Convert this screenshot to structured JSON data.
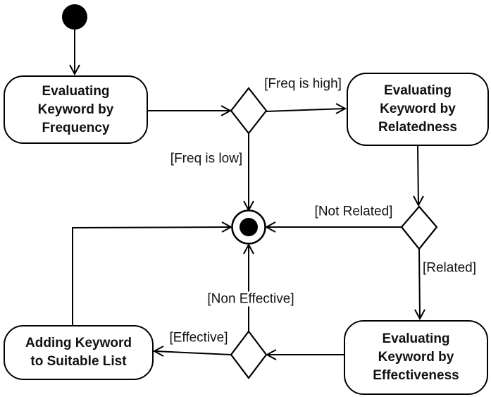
{
  "diagram": {
    "type": "uml-activity-diagram",
    "colors": {
      "stroke": "#000000",
      "background": "#ffffff",
      "node_fill": "#ffffff",
      "text": "#111111"
    },
    "activities": {
      "frequency": "Evaluating\nKeyword by\nFrequency",
      "relatedness": "Evaluating\nKeyword by\nRelatedness",
      "effectiveness": "Evaluating\nKeyword by\nEffectiveness",
      "adding": "Adding Keyword\nto Suitable List"
    },
    "guards": {
      "freq_high": "[Freq is high]",
      "freq_low": "[Freq is low]",
      "not_related": "[Not Related]",
      "related": "[Related]",
      "non_effective": "[Non Effective]",
      "effective": "[Effective]"
    },
    "nodes": {
      "initial": "initial-node",
      "final": "final-node",
      "decisions": [
        "frequency-decision",
        "relatedness-decision",
        "effectiveness-decision"
      ]
    }
  }
}
